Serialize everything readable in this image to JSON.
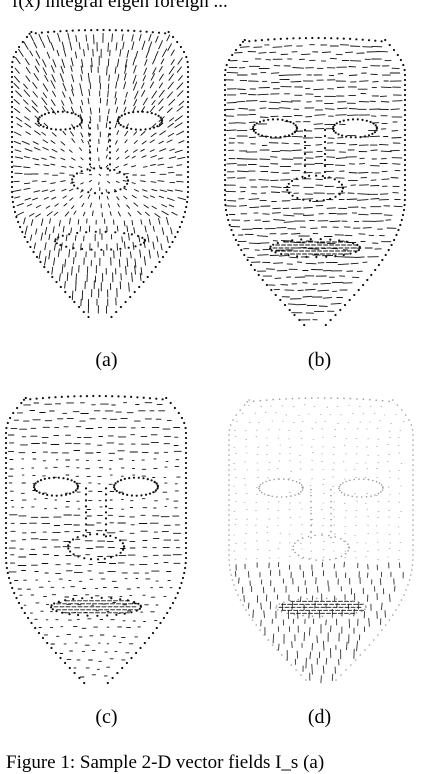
{
  "header_text": "f(x) integral eigen foreign ...",
  "footer_text": "Figure 1: Sample 2-D vector fields I_s (a)",
  "panels": [
    {
      "id": "a",
      "label": "(a)",
      "field": "radial"
    },
    {
      "id": "b",
      "label": "(b)",
      "field": "horizontal"
    },
    {
      "id": "c",
      "label": "(c)",
      "field": "horizontal-sparse"
    },
    {
      "id": "d",
      "label": "(d)",
      "field": "vertical-lower"
    }
  ]
}
